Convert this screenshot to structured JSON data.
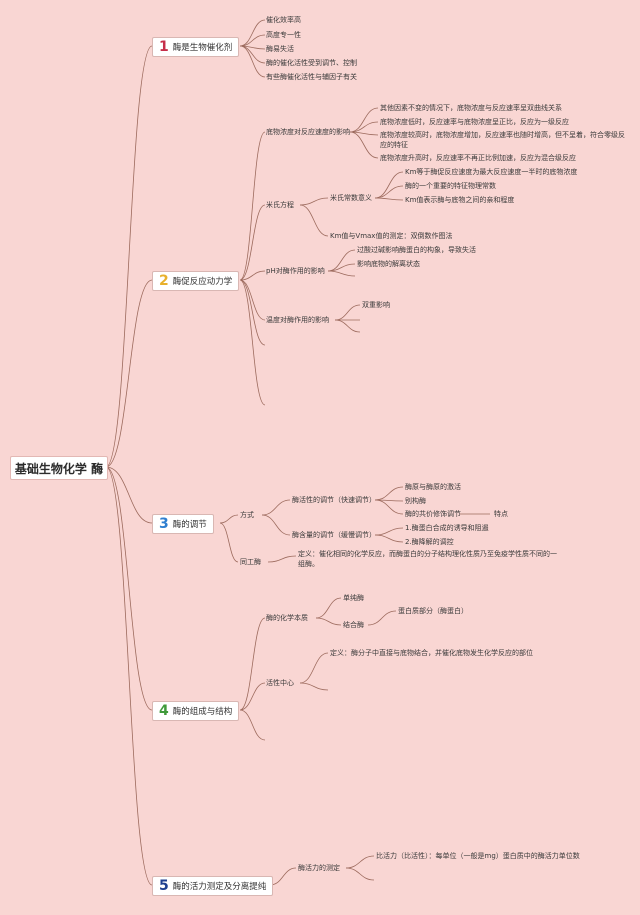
{
  "root": "基础生物化学 酶",
  "main": [
    {
      "num": "1",
      "color": "#c62f4a",
      "label": "酶是生物催化剂"
    },
    {
      "num": "2",
      "color": "#e8b02c",
      "label": "酶促反应动力学"
    },
    {
      "num": "3",
      "color": "#2f7fd0",
      "label": "酶的调节"
    },
    {
      "num": "4",
      "color": "#3f9a3a",
      "label": "酶的组成与结构"
    },
    {
      "num": "5",
      "color": "#1e3f8f",
      "label": "酶的活力测定及分离提纯"
    }
  ],
  "b1": [
    "催化效率高",
    "高度专一性",
    "酶易失活",
    "酶的催化活性受到调节、控制",
    "有些酶催化活性与辅因子有关"
  ],
  "b2": {
    "conc": "底物浓度对反应速度的影响",
    "conc_items": [
      "其他因素不变的情况下，底物浓度与反应速率呈双曲线关系",
      "底物浓度低时，反应速率与底物浓度呈正比，反应为一级反应",
      "底物浓度较高时，底物浓度增加，反应速率也随时增高，但不呈着，符合零级反应的特征",
      "底物浓度升高时，反应速率不再正比例加速，反应为混合级反应"
    ],
    "mm": "米氏方程",
    "km_meaning": "米氏常数意义",
    "km_items": [
      "Km等于酶促反应速度为最大反应速度一半时的底物浓度",
      "酶的一个重要的特征物理常数",
      "Km值表示酶与底物之间的亲和程度"
    ],
    "km_measure": "Km值与Vmax值的测定：双倒数作图法",
    "ph": "pH对酶作用的影响",
    "ph_items": [
      "过酸过碱影响酶蛋白的构象，导致失活",
      "影响底物的解离状态"
    ],
    "temp": "温度对酶作用的影响",
    "temp_items": [
      "双重影响"
    ]
  },
  "b3": {
    "mode": "方式",
    "activity": "酶活性的调节（快速调节）",
    "activity_items": [
      "酶原与酶原的激活",
      "别构酶",
      "酶的共价修饰调节"
    ],
    "feature": "特点",
    "amount": "酶含量的调节（缓慢调节）",
    "amount_items": [
      "1.酶蛋白合成的诱导和阻遏",
      "2.酶降解的调控"
    ],
    "iso": "同工酶",
    "iso_def": "定义：催化相同的化学反应，而酶蛋白的分子结构理化性质乃至免疫学性质不同的一组酶。"
  },
  "b4": {
    "chem": "酶的化学本质",
    "simple": "单纯酶",
    "conj": "结合酶",
    "conj_part": "蛋白质部分（酶蛋白）",
    "active": "活性中心",
    "active_def": "定义：酶分子中直接与底物结合，并催化底物发生化学反应的部位"
  },
  "b5": {
    "measure": "酶活力的测定",
    "specific": "比活力（比活性）：每单位（一般是mg）蛋白质中的酶活力单位数"
  }
}
